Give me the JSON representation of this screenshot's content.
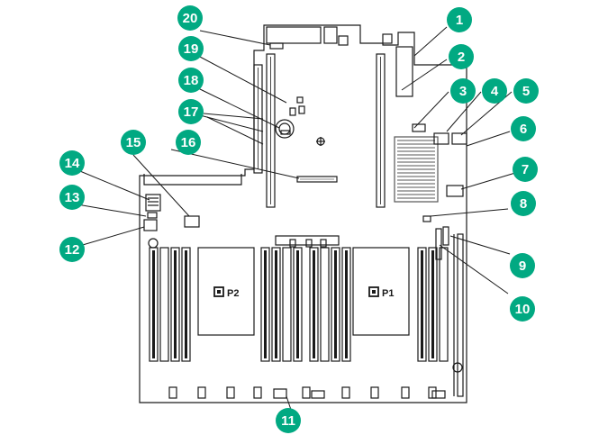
{
  "diagram": {
    "accent_color": "#01a982",
    "callouts": [
      "1",
      "2",
      "3",
      "4",
      "5",
      "6",
      "7",
      "8",
      "9",
      "10",
      "11",
      "12",
      "13",
      "14",
      "15",
      "16",
      "17",
      "18",
      "19",
      "20"
    ],
    "processors": [
      {
        "label": "P2",
        "icon": "cpu-chip-icon"
      },
      {
        "label": "P1",
        "icon": "cpu-chip-icon"
      }
    ]
  }
}
